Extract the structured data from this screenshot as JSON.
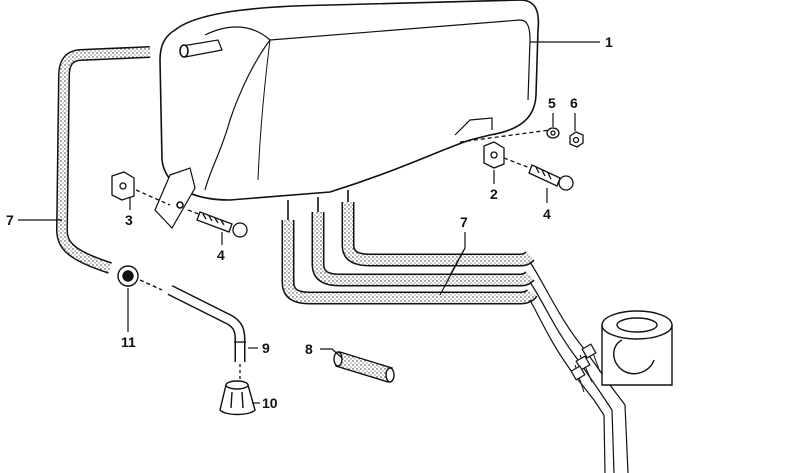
{
  "diagram": {
    "callouts": [
      {
        "id": "c1",
        "text": "1"
      },
      {
        "id": "c2",
        "text": "2"
      },
      {
        "id": "c3",
        "text": "3"
      },
      {
        "id": "c4a",
        "text": "4"
      },
      {
        "id": "c4b",
        "text": "4"
      },
      {
        "id": "c5",
        "text": "5"
      },
      {
        "id": "c6",
        "text": "6"
      },
      {
        "id": "c7a",
        "text": "7"
      },
      {
        "id": "c7b",
        "text": "7"
      },
      {
        "id": "c8",
        "text": "8"
      },
      {
        "id": "c9",
        "text": "9"
      },
      {
        "id": "c10",
        "text": "10"
      },
      {
        "id": "c11",
        "text": "11"
      }
    ]
  }
}
